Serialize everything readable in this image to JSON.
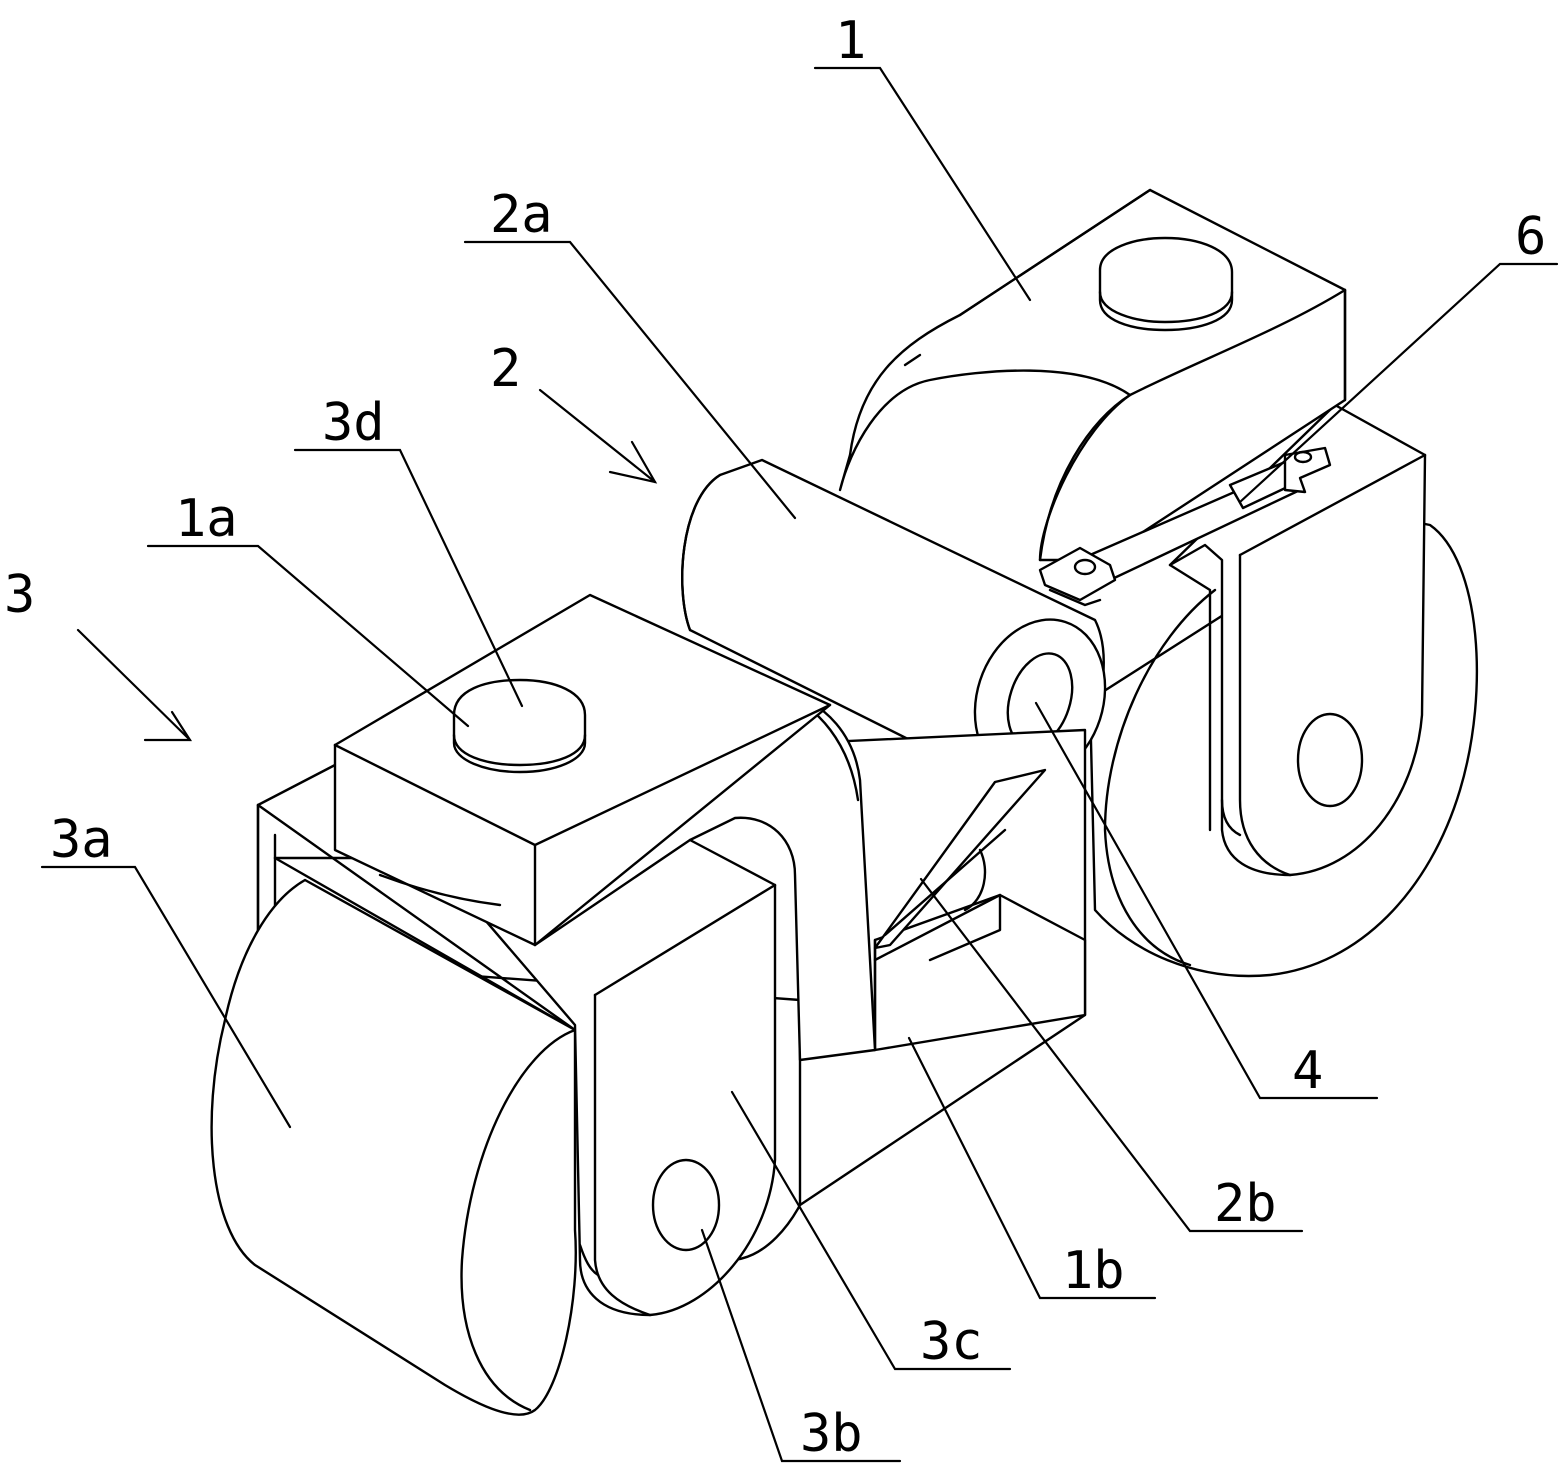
{
  "labels": {
    "l1": "1",
    "l1a": "1a",
    "l1b": "1b",
    "l2": "2",
    "l2a": "2a",
    "l2b": "2b",
    "l3": "3",
    "l3a": "3a",
    "l3b": "3b",
    "l3c": "3c",
    "l3d": "3d",
    "l4": "4",
    "l6": "6"
  },
  "colors": {
    "line": "#000000",
    "background": "#ffffff"
  }
}
